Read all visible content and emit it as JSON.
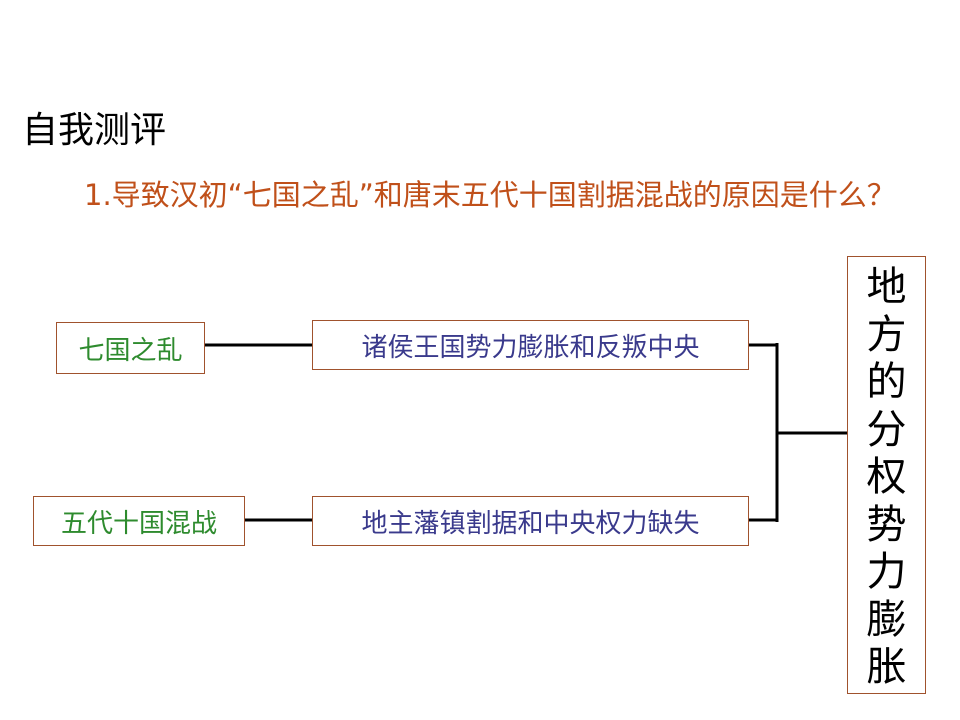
{
  "heading": "自我测评",
  "question": "1.导致汉初“七国之乱”和唐末五代十国割据混战的原因是什么？",
  "diagram": {
    "causes": [
      "七国之乱",
      "五代十国混战"
    ],
    "reasons": [
      "诸侯王国势力膨胀和反叛中央",
      "地主藩镇割据和中央权力缺失"
    ],
    "conclusion": [
      "地",
      "方",
      "的",
      "分",
      "权",
      "势",
      "力",
      "膨",
      "胀"
    ]
  }
}
